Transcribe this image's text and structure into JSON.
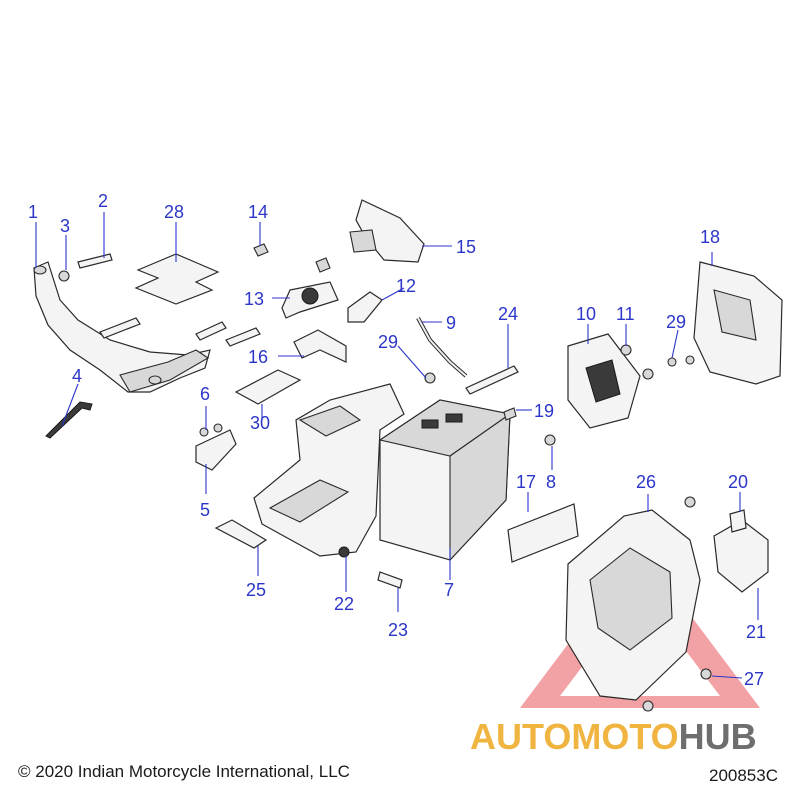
{
  "diagram": {
    "callouts": [
      "1",
      "2",
      "3",
      "4",
      "5",
      "6",
      "7",
      "8",
      "9",
      "10",
      "11",
      "12",
      "13",
      "14",
      "15",
      "16",
      "17",
      "18",
      "19",
      "20",
      "21",
      "22",
      "23",
      "24",
      "25",
      "26",
      "27",
      "28",
      "29",
      "30"
    ],
    "extra_callout": "29"
  },
  "footer": {
    "copyright": "© 2020 Indian Motorcycle International, LLC",
    "diagram_code": "200853C"
  },
  "watermark": {
    "part1": "AUTOMOTO",
    "part2": "HUB",
    "color1": "#f0b441",
    "color2": "#6e6e6e",
    "triangle_color": "#e8545a"
  }
}
